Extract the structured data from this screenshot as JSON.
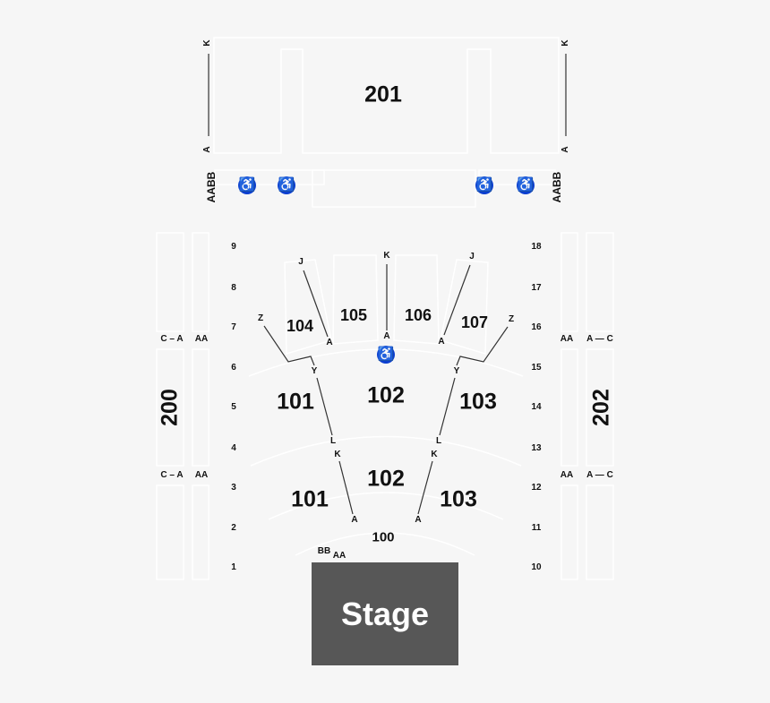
{
  "colors": {
    "background": "#f6f6f6",
    "stage": "#575757",
    "accessible": "#0b3ed0"
  },
  "sections": {
    "s201": "201",
    "s200": "200",
    "s202": "202",
    "s100": "100",
    "s101a": "101",
    "s102a": "102",
    "s103a": "103",
    "s101b": "101",
    "s102b": "102",
    "s103b": "103",
    "s104": "104",
    "s105": "105",
    "s106": "106",
    "s107": "107"
  },
  "stage": "Stage",
  "balcony_rows": {
    "left_top": "K",
    "left_bottom": "A",
    "right_top": "K",
    "right_bottom": "A",
    "left_front": "AABB",
    "right_front": "AABB"
  },
  "side_rows": {
    "left_1": "C – A",
    "left_2": "C – A",
    "left_aa_1": "AA",
    "left_aa_2": "AA",
    "right_aa_1": "AA",
    "right_aa_2": "AA",
    "right_1": "A — C",
    "right_2": "A — C"
  },
  "box_numbers_left": [
    "9",
    "8",
    "7",
    "6",
    "5",
    "4",
    "3",
    "2",
    "1"
  ],
  "box_numbers_right": [
    "18",
    "17",
    "16",
    "15",
    "14",
    "13",
    "12",
    "11",
    "10"
  ],
  "row_letters": {
    "j_left": "J",
    "k_mid": "K",
    "j_right": "J",
    "a_104": "A",
    "a_mid": "A",
    "a_107": "A",
    "z_left": "Z",
    "z_right": "Z",
    "y_left": "Y",
    "y_right": "Y",
    "l_left": "L",
    "l_right": "L",
    "k_left": "K",
    "k_right": "K",
    "a_101": "A",
    "a_103": "A",
    "bb": "BB",
    "aa": "AA"
  },
  "icons": {
    "accessible": "wheelchair-icon"
  }
}
